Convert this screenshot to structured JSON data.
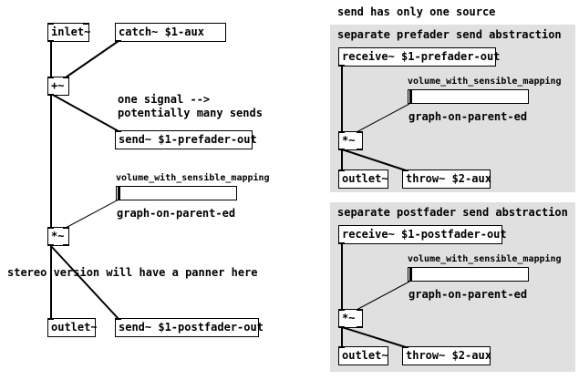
{
  "main": {
    "inlet": "inlet~",
    "catch": "catch~ $1-aux",
    "add": "+~",
    "note_one_signal_1": "one signal -->",
    "note_one_signal_2": "potentially many sends",
    "send_prefader": "send~ $1-prefader-out",
    "slider_label": "volume_with_sensible_mapping",
    "gop_label": "graph-on-parent-ed",
    "multiply": "*~",
    "note_panner": "stereo version will have a panner here",
    "outlet": "outlet~",
    "send_postfader": "send~ $1-postfader-out"
  },
  "right": {
    "header": "send has only one source",
    "prefader": {
      "title": "separate prefader send abstraction",
      "receive": "receive~ $1-prefader-out",
      "slider_label": "volume_with_sensible_mapping",
      "gop_label": "graph-on-parent-ed",
      "multiply": "*~",
      "outlet": "outlet~",
      "throw": "throw~ $2-aux"
    },
    "postfader": {
      "title": "separate postfader send abstraction",
      "receive": "receive~ $1-postfader-out",
      "slider_label": "volume_with_sensible_mapping",
      "gop_label": "graph-on-parent-ed",
      "multiply": "*~",
      "outlet": "outlet~",
      "throw": "throw~ $2-aux"
    }
  },
  "colors": {
    "background": "#ffffff",
    "gop_background": "#e0e0e0",
    "ink": "#000000"
  }
}
